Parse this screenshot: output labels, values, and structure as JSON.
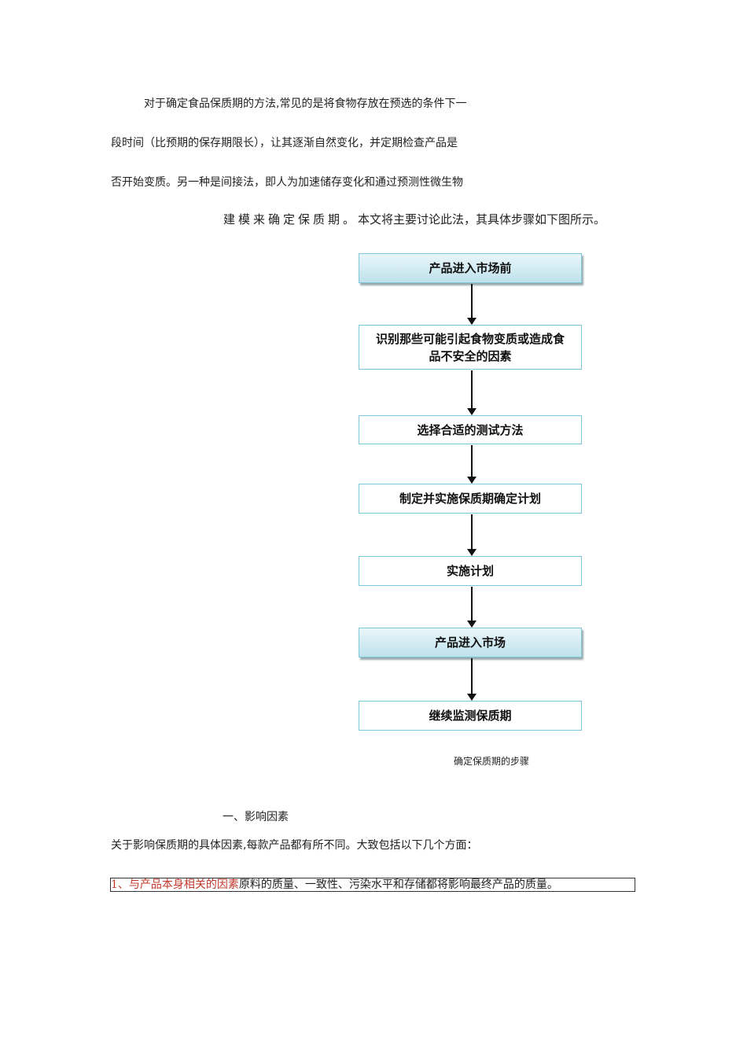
{
  "intro": {
    "line1": "对于确定食品保质期的方法,常见的是将食物存放在预选的条件下一",
    "line2": "段时间（比预期的保存期限长），让其逐渐自然变化，并定期检查产品是",
    "line3": "否开始变质。另一种是间接法，即人为加速储存变化和通过预测性微生物",
    "line4a": "建模来确定保质期。",
    "line4b": "本文将主要讨论此法，其具体步骤如下图所示。"
  },
  "flowchart": {
    "steps": [
      "产品进入市场前",
      "识别那些可能引起食物变质或造成食品不安全的因素",
      "选择合适的测试方法",
      "制定并实施保质期确定计划",
      "实施计划",
      "产品进入市场",
      "继续监测保质期"
    ],
    "caption": "确定保质期的步骤"
  },
  "section": {
    "heading": "一、影响因素",
    "paragraph": "关于影响保质期的具体因素,每款产品都有所不同。大致包括以下几个方面：",
    "item1_label": "1、与产品本身相关的因素",
    "item1_text": "原料的质量、一致性、污染水平和存储都将影响最终产品的质量。"
  }
}
